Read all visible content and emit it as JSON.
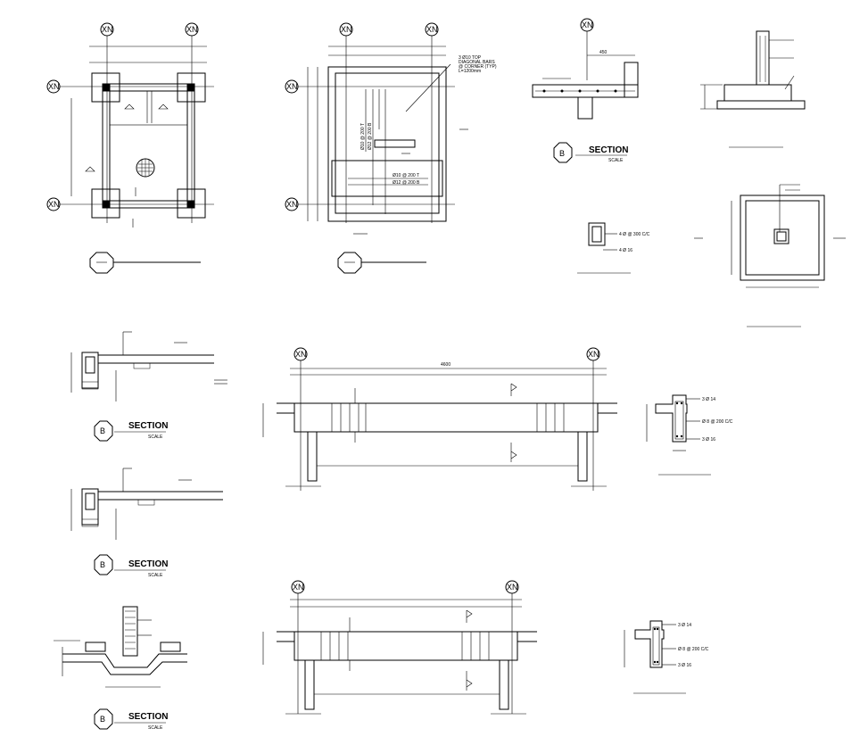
{
  "sheet": {
    "grid_label": "XN",
    "top_view2_note": "3 Ø10 TOP\nDIAGONAL BARS\n@ CORNER (TYP)\nL=1200mm",
    "top_view2_dims": [
      "Ø10 @ 200 T",
      "Ø12 @ 200 B",
      "Ø10 @ 200 T",
      "Ø12 @ 200 B"
    ],
    "section_b_top": {
      "marker": "B",
      "title": "SECTION",
      "scale": "SCALE",
      "dim": "450"
    },
    "beam_small_notes": [
      "4 Ø @ 300 C/C",
      "4 Ø 16"
    ],
    "section_b_left1": {
      "marker": "B",
      "title": "SECTION",
      "scale": "SCALE"
    },
    "section_b_left2": {
      "marker": "B",
      "title": "SECTION",
      "scale": "SCALE"
    },
    "section_b_left3": {
      "marker": "B",
      "title": "SECTION",
      "scale": "SCALE"
    },
    "elevation_dim": "4600",
    "beam_section1_notes": [
      "3 Ø 14",
      "Ø 8 @ 200 C/C",
      "3 Ø 16"
    ],
    "beam_section2_notes": [
      "3 Ø 14",
      "Ø 8 @ 200 C/C",
      "3 Ø 16"
    ]
  }
}
